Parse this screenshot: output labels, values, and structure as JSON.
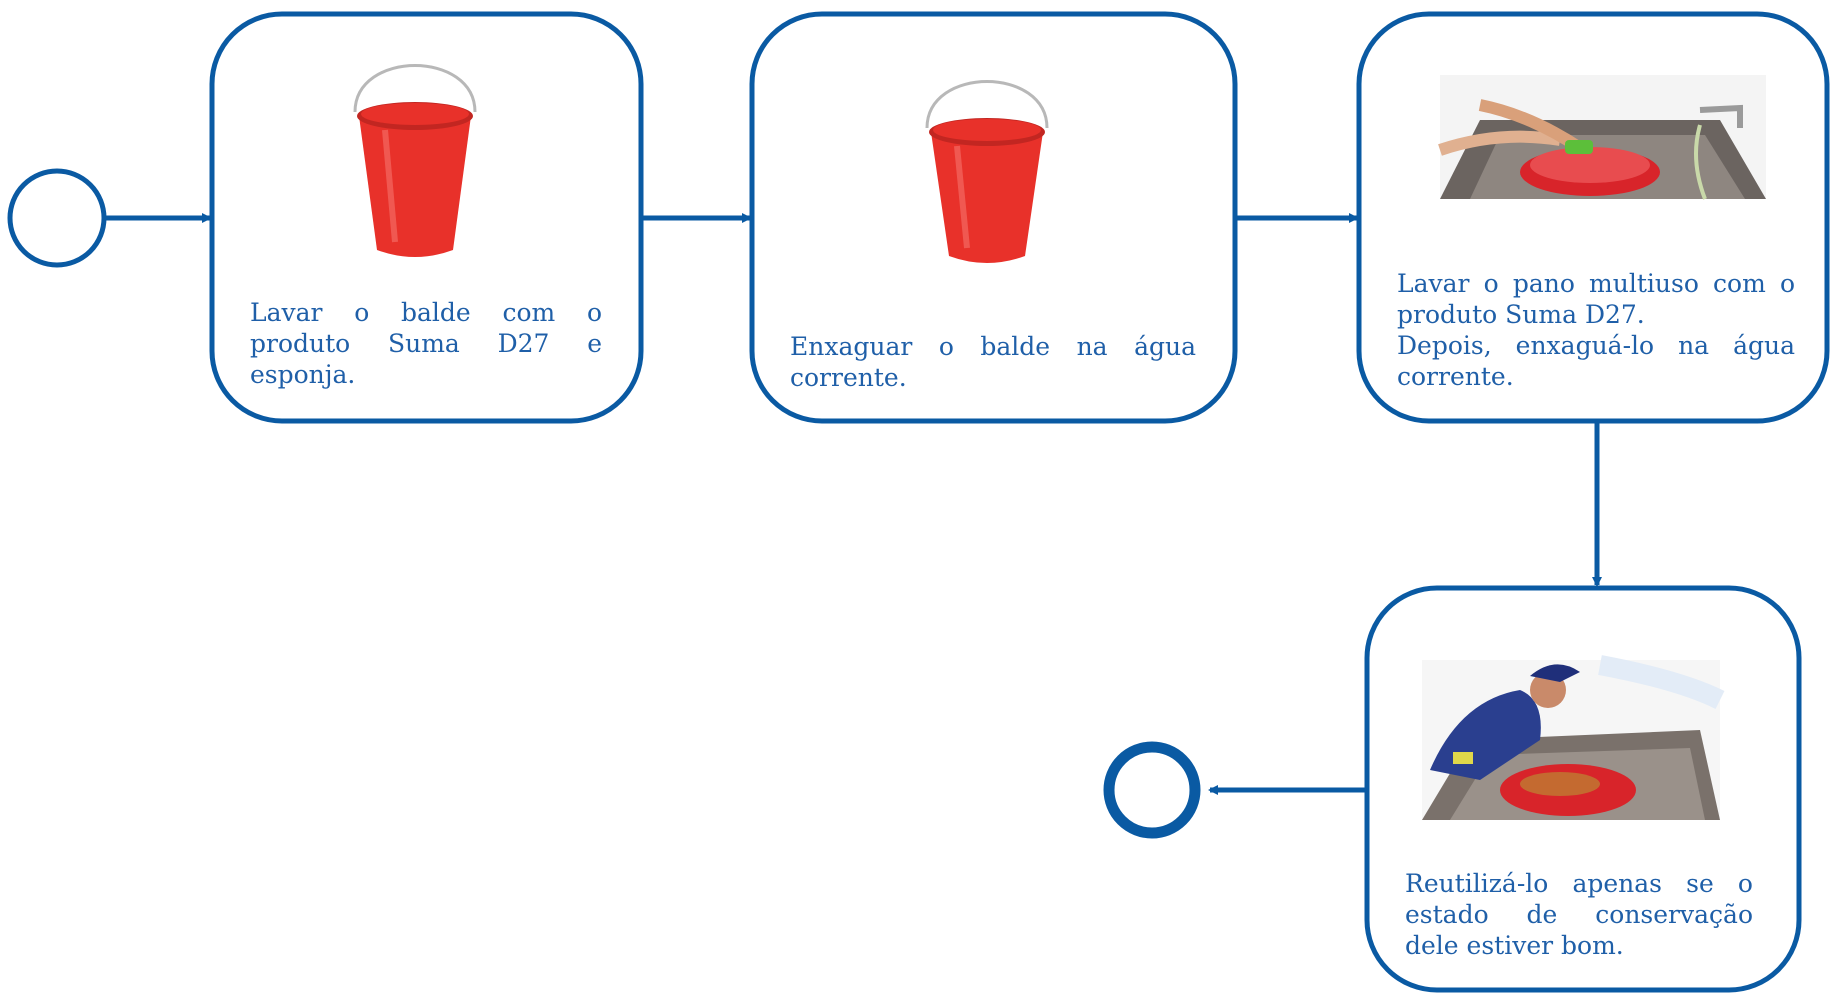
{
  "colors": {
    "stroke": "#0a5aa3",
    "text": "#1f5fa8",
    "bucket": "#e8312a",
    "bucket_dark": "#b81f1a",
    "handle": "#b8b8b8"
  },
  "start_event": {
    "type": "start",
    "icon": "empty-circle"
  },
  "end_event": {
    "type": "end",
    "icon": "thick-circle"
  },
  "steps": [
    {
      "id": "step-1",
      "image": "red-bucket",
      "text": "Lavar o balde com o produto Suma D27 e esponja."
    },
    {
      "id": "step-2",
      "image": "red-bucket",
      "text": "Enxaguar o balde na água corrente."
    },
    {
      "id": "step-3",
      "image": "hands-washing-cloth-in-sink",
      "text_lines": [
        "Lavar o pano multiuso com o produto Suma D27.",
        "Depois, enxaguá-lo na água corrente."
      ]
    },
    {
      "id": "step-4",
      "image": "worker-washing-in-sink",
      "text": "Reutilizá-lo apenas se o estado de conservação dele estiver bom."
    }
  ],
  "flows": [
    {
      "from": "start",
      "to": "step-1"
    },
    {
      "from": "step-1",
      "to": "step-2"
    },
    {
      "from": "step-2",
      "to": "step-3"
    },
    {
      "from": "step-3",
      "to": "step-4"
    },
    {
      "from": "step-4",
      "to": "end"
    }
  ]
}
